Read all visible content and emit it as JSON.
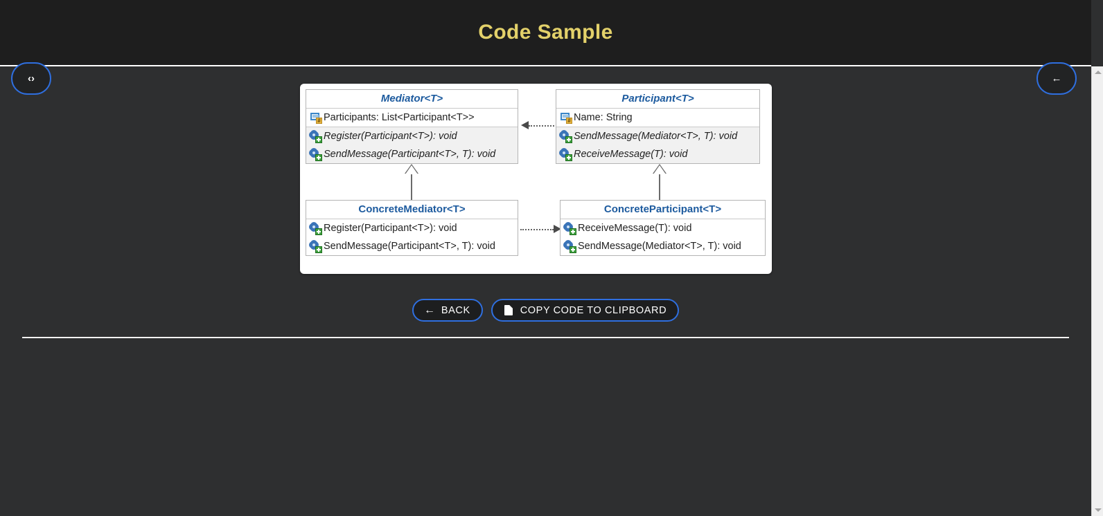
{
  "header": {
    "title": "Code Sample"
  },
  "fabs": {
    "code": {
      "glyph": "‹›",
      "name": "code-icon"
    },
    "back": {
      "glyph": "←",
      "name": "arrow-left-icon"
    }
  },
  "diagram": {
    "type": "uml-class-diagram",
    "pattern": "Mediator",
    "classes": [
      {
        "id": "mediator",
        "name": "Mediator<T>",
        "abstract": true,
        "fields": [
          {
            "text": "Participants: List<Participant<T>>",
            "icon": "field-icon"
          }
        ],
        "methods": [
          {
            "text": "Register(Participant<T>): void",
            "icon": "method-icon",
            "abstract": true
          },
          {
            "text": "SendMessage(Participant<T>, T): void",
            "icon": "method-icon",
            "abstract": true
          }
        ]
      },
      {
        "id": "participant",
        "name": "Participant<T>",
        "abstract": true,
        "fields": [
          {
            "text": "Name: String",
            "icon": "field-icon"
          }
        ],
        "methods": [
          {
            "text": "SendMessage(Mediator<T>, T): void",
            "icon": "method-icon",
            "abstract": true
          },
          {
            "text": "ReceiveMessage(T): void",
            "icon": "method-icon",
            "abstract": true
          }
        ]
      },
      {
        "id": "concrete-mediator",
        "name": "ConcreteMediator<T>",
        "abstract": false,
        "fields": [],
        "methods": [
          {
            "text": "Register(Participant<T>): void",
            "icon": "method-icon",
            "abstract": false
          },
          {
            "text": "SendMessage(Participant<T>, T): void",
            "icon": "method-icon",
            "abstract": false
          }
        ]
      },
      {
        "id": "concrete-participant",
        "name": "ConcreteParticipant<T>",
        "abstract": false,
        "fields": [],
        "methods": [
          {
            "text": "ReceiveMessage(T): void",
            "icon": "method-icon",
            "abstract": false
          },
          {
            "text": "SendMessage(Mediator<T>, T): void",
            "icon": "method-icon",
            "abstract": false
          }
        ]
      }
    ],
    "relations": [
      {
        "from": "participant",
        "to": "mediator",
        "style": "dotted",
        "arrow": "open",
        "kind": "dependency"
      },
      {
        "from": "concrete-mediator",
        "to": "mediator",
        "style": "solid",
        "arrow": "hollow-triangle",
        "kind": "inheritance"
      },
      {
        "from": "concrete-participant",
        "to": "participant",
        "style": "solid",
        "arrow": "hollow-triangle",
        "kind": "inheritance"
      },
      {
        "from": "concrete-mediator",
        "to": "concrete-participant",
        "style": "dotted",
        "arrow": "open",
        "kind": "dependency"
      }
    ]
  },
  "actions": {
    "back": {
      "label": "BACK",
      "icon": "arrow-left-icon"
    },
    "copy": {
      "label": "COPY CODE TO CLIPBOARD",
      "icon": "document-icon"
    }
  },
  "colors": {
    "header_bg": "#1e1e1e",
    "body_bg": "#2e2f30",
    "title_accent": "#e3d16a",
    "button_border": "#2f6fe0",
    "class_title_text": "#1c5a9e"
  }
}
